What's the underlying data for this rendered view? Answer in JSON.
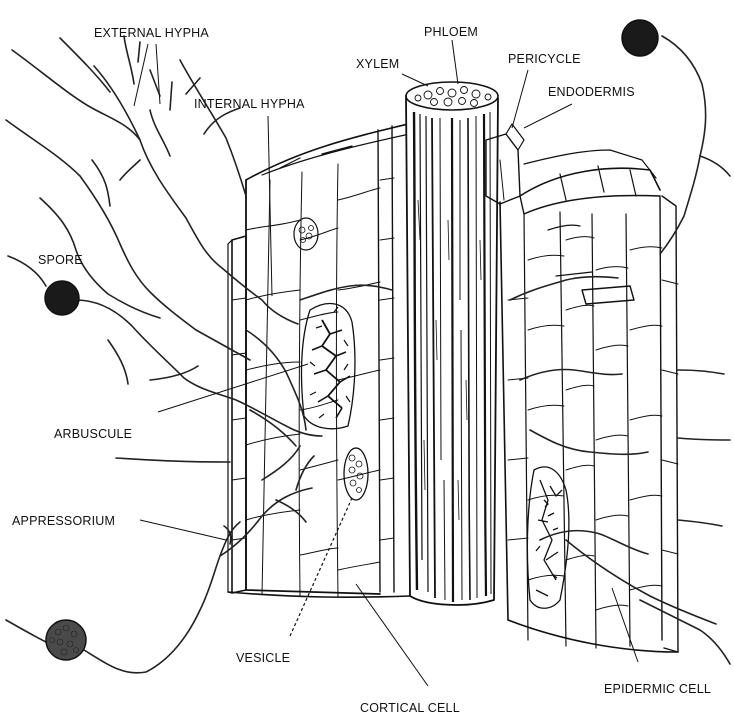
{
  "labels": {
    "external_hypha": "EXTERNAL HYPHA",
    "phloem": "PHLOEM",
    "xylem": "XYLEM",
    "pericycle": "PERICYCLE",
    "endodermis": "ENDODERMIS",
    "internal_hypha": "INTERNAL HYPHA",
    "spore": "SPORE",
    "arbuscule": "ARBUSCULE",
    "appressorium": "APPRESSORIUM",
    "vesicle": "VESICLE",
    "cortical_cell": "CORTICAL CELL",
    "epidermic_cell": "EPIDERMIC CELL"
  },
  "colors": {
    "ink": "#111111",
    "background": "#ffffff",
    "spore_fill": "#1a1a1a"
  }
}
